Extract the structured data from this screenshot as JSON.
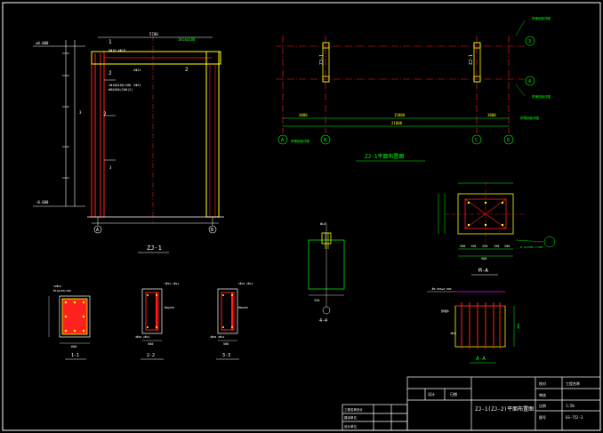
{
  "drawing": {
    "view_titles": {
      "frame_elevation": "ZJ-1",
      "plan": "ZJ-1平面布置图",
      "section_1": "1-1",
      "section_2": "2-2",
      "section_3": "3-3",
      "section_4": "4-4",
      "section_mm": "M-A",
      "section_aa": "A-A"
    },
    "plan_labels": {
      "col_left": "ZJ-1",
      "col_right": "ZJ-1",
      "axis_A": "A",
      "axis_B": "B",
      "axis_C": "C",
      "axis_D": "D",
      "axis_3": "3",
      "axis_4": "4",
      "dim_left": "3000",
      "dim_mid": "15000",
      "dim_right": "3000",
      "dim_total": "21000"
    },
    "frame_labels": {
      "axis_A": "A",
      "axis_B": "B",
      "top_dim": "5700"
    },
    "section_dims": {
      "s11_w": "600",
      "s22_w": "500",
      "s33_w": "500",
      "mm_dims": [
        "200",
        "150",
        "250",
        "150",
        "200"
      ],
      "mm_total": "900",
      "s44_dim": "250"
    }
  },
  "title_block": {
    "drawing_name": "ZJ-1(ZJ-2)平面布置图",
    "cell_designer": "设计",
    "cell_checker": "校对",
    "cell_approver": "审核",
    "cell_date": "日期",
    "cell_scale": "比例",
    "cell_sheet": "图号",
    "project_label": "工程名称",
    "drawing_no": "1:50",
    "sheet_no": "GS-752-3",
    "left_rows": [
      "工程名称设计",
      "建设单位",
      "设计单位"
    ]
  },
  "colors": {
    "background": "#000000",
    "white": "#ffffff",
    "red": "#ff2020",
    "yellow": "#ffff00",
    "green": "#00ff00",
    "cyan": "#00ffff",
    "magenta": "#ff00ff"
  }
}
